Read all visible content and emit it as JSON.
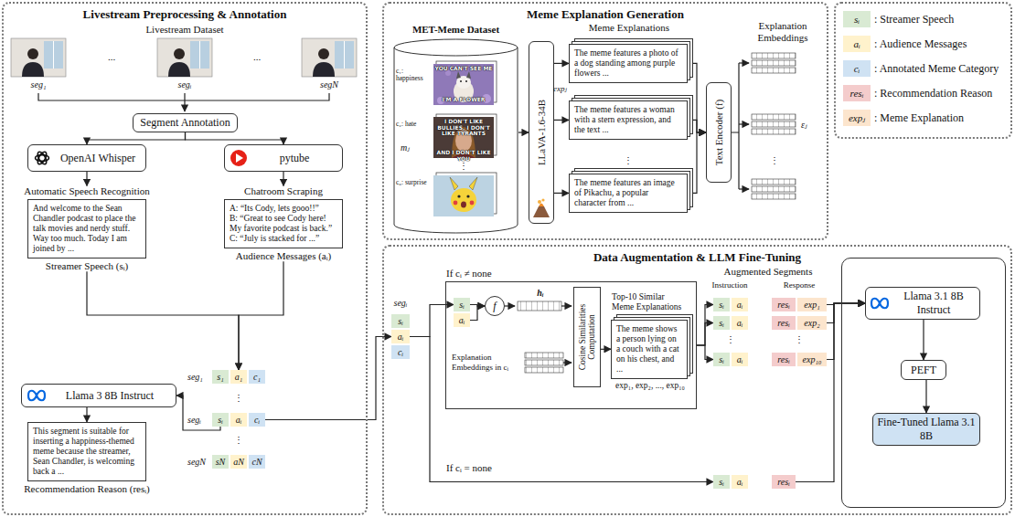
{
  "diagram": {
    "nodes": [
      {
        "text": [
          "Livestream Preprocessing & Annotation"
        ]
      },
      {
        "text": [
          "Segment Annotation"
        ],
        "in": 0
      },
      {
        "text": [
          "OpenAI Whisper"
        ],
        "in": 0
      },
      {
        "text": [
          "pytube"
        ],
        "in": 0
      },
      {
        "text": [
          "Automatic Speech Recognition",
          "And welcome to the Sean Chandler podcast to place the talk movies and nerdy stuff. Way too much. Today I am joined by ...",
          "Streamer Speech (sᵢ)"
        ],
        "in": 0
      },
      {
        "text": [
          "Chatroom Scraping",
          "A: “Its Cody, lets gooo!!”",
          "B: “Great to see Cody here! My favorite podcast is back.”",
          "C: “July is stacked for ...”",
          "Audience Messages (aᵢ)"
        ],
        "in": 0
      },
      {
        "text": [
          "Llama 3 8B Instruct"
        ],
        "in": 0
      },
      {
        "text": [
          "This segment is suitable for inserting a happiness-themed meme because the streamer, Sean Chandler, is welcoming back a ...",
          "Recommendation Reason (resᵢ)"
        ],
        "in": 0
      },
      {
        "text": [
          "s₁"
        ],
        "in": 0
      },
      {
        "text": [
          "a₁"
        ],
        "in": 0
      },
      {
        "text": [
          "c₁"
        ],
        "in": 0
      },
      {
        "text": [
          "sᵢ"
        ],
        "in": 0
      },
      {
        "text": [
          "aᵢ"
        ],
        "in": 0
      },
      {
        "text": [
          "cᵢ"
        ],
        "in": 0
      },
      {
        "text": [
          "sN"
        ],
        "in": 0
      },
      {
        "text": [
          "aN"
        ],
        "in": 0
      },
      {
        "text": [
          "cN"
        ],
        "in": 0
      },
      {
        "text": [
          "Meme Explanation Generation"
        ]
      },
      {
        "text": [
          "MET-Meme Dataset"
        ],
        "in": 17
      },
      {
        "text": [
          "LLaVA-1.6-34B"
        ],
        "in": 17
      },
      {
        "text": [
          "The meme features a photo of a dog standing among purple flowers ..."
        ],
        "in": 17
      },
      {
        "text": [
          "The meme features a woman with a stern expression, and the text ..."
        ],
        "in": 17
      },
      {
        "text": [
          "The meme features an image of Pikachu, a popular character from ..."
        ],
        "in": 17
      },
      {
        "text": [
          "Text Encoder (f)"
        ],
        "in": 17
      },
      {
        "text": [
          "Data Augmentation & LLM Fine-Tuning"
        ]
      },
      {
        "text": [
          "sᵢ"
        ],
        "in": 24
      },
      {
        "text": [
          "aᵢ"
        ],
        "in": 24
      },
      {
        "text": [
          "cᵢ"
        ],
        "in": 24
      },
      {
        "text": [
          "If cᵢ ≠ none"
        ],
        "in": 24
      },
      {
        "text": [
          "sᵢ"
        ],
        "in": 28
      },
      {
        "text": [
          "aᵢ"
        ],
        "in": 28
      },
      {
        "text": [
          "f"
        ],
        "in": 28
      },
      {
        "text": [
          "Cosine Similarities Computation"
        ],
        "in": 28
      },
      {
        "text": [
          "Top-10 Similar Meme Explanations",
          "The meme shows a person lying on a couch with a cat on his chest, and ...",
          "exp₁, exp₂, ..., exp₁₀"
        ],
        "in": 28
      },
      {
        "text": [
          "sᵢ"
        ],
        "in": 24
      },
      {
        "text": [
          "aᵢ"
        ],
        "in": 24
      },
      {
        "text": [
          "resᵢ"
        ],
        "in": 24
      },
      {
        "text": [
          "exp₁"
        ],
        "in": 24
      },
      {
        "text": [
          "sᵢ"
        ],
        "in": 24
      },
      {
        "text": [
          "aᵢ"
        ],
        "in": 24
      },
      {
        "text": [
          "resᵢ"
        ],
        "in": 24
      },
      {
        "text": [
          "exp₂"
        ],
        "in": 24
      },
      {
        "text": [
          "sᵢ"
        ],
        "in": 24
      },
      {
        "text": [
          "aᵢ"
        ],
        "in": 24
      },
      {
        "text": [
          "resᵢ"
        ],
        "in": 24
      },
      {
        "text": [
          "exp₁₀"
        ],
        "in": 24
      },
      {
        "text": [
          "sᵢ"
        ],
        "in": 24
      },
      {
        "text": [
          "aᵢ"
        ],
        "in": 24
      },
      {
        "text": [
          "resᵢ"
        ],
        "in": 24
      },
      {
        "text": [
          "Llama 3.1 8B Instruct"
        ],
        "in": 24
      },
      {
        "text": [
          "PEFT"
        ],
        "in": 24
      },
      {
        "text": [
          "Fine-Tuned Llama 3.1 8B"
        ],
        "in": 24
      }
    ],
    "edges": [
      {
        "from": 1,
        "to": 2,
        "arrow": "to"
      },
      {
        "from": 1,
        "to": 3,
        "arrow": "to"
      },
      {
        "from": 2,
        "to": 4,
        "arrow": "to"
      },
      {
        "from": 3,
        "to": 5,
        "arrow": "to"
      },
      {
        "from": 4,
        "to": 9,
        "arrow": "to"
      },
      {
        "from": 5,
        "to": 9,
        "arrow": "to"
      },
      {
        "from": 11,
        "to": 6,
        "arrow": "to"
      },
      {
        "from": 13,
        "to": 26,
        "arrow": "to"
      },
      {
        "from": 6,
        "to": 7,
        "arrow": "to"
      },
      {
        "from": 18,
        "to": 19,
        "arrow": "to"
      },
      {
        "from": 19,
        "to": 20,
        "arrow": "to"
      },
      {
        "from": 19,
        "to": 21,
        "arrow": "to"
      },
      {
        "from": 19,
        "to": 22,
        "arrow": "to"
      },
      {
        "from": 20,
        "to": 23,
        "arrow": "to"
      },
      {
        "from": 21,
        "to": 23,
        "arrow": "to"
      },
      {
        "from": 22,
        "to": 23,
        "arrow": "to"
      },
      {
        "from": 26,
        "to": 29,
        "arrow": "to"
      },
      {
        "from": 26,
        "to": 46,
        "arrow": "to"
      },
      {
        "from": 29,
        "to": 31,
        "arrow": "to"
      },
      {
        "from": 30,
        "to": 31,
        "arrow": "to"
      },
      {
        "from": 32,
        "to": 33,
        "arrow": "to"
      },
      {
        "from": 28,
        "to": 34,
        "arrow": "to"
      },
      {
        "from": 28,
        "to": 38,
        "arrow": "to"
      },
      {
        "from": 28,
        "to": 42,
        "arrow": "to"
      },
      {
        "from": 37,
        "to": 49,
        "arrow": "to"
      },
      {
        "from": 41,
        "to": 49,
        "arrow": "to"
      },
      {
        "from": 45,
        "to": 49,
        "arrow": "to"
      },
      {
        "from": 48,
        "to": 49,
        "arrow": "to"
      },
      {
        "from": 49,
        "to": 50,
        "arrow": "to"
      },
      {
        "from": 50,
        "to": 51,
        "arrow": "to"
      }
    ],
    "labels": [
      "Livestream Dataset",
      "seg₁",
      "...",
      "segᵢ",
      "...",
      "segN",
      "seg₁",
      "⋮",
      "segᵢ",
      "⋮",
      "segN",
      "c₁: happiness",
      "YOU CAN'T SEE ME",
      "I'M A FLOWER",
      "c₂: hate",
      "I DON'T LIKE BULLIES, I DON'T LIKE TYRANTS",
      "AND I DON'T LIKE YOU",
      "⋮",
      "c₆: surprise",
      "mⱼ",
      "Meme Explanations",
      "expⱼ",
      "⋮",
      "Explanation Embeddings",
      "εⱼ",
      "⋮",
      "segᵢ",
      "hᵢ",
      "Explanation Embeddings in cᵢ",
      "Augmented Segments",
      "Instruction",
      "Response",
      "⋮",
      "⋮",
      "If cᵢ = none",
      "sᵢ",
      "aᵢ",
      "cᵢ",
      "resᵢ",
      "expⱼ"
    ],
    "legend": [
      {
        "text": ": Streamer Speech",
        "color": "#d9ead3"
      },
      {
        "text": ": Audience Messages",
        "color": "#fff2cc"
      },
      {
        "text": ": Annotated Meme Category",
        "color": "#cfe2f3"
      },
      {
        "text": ": Recommendation Reason",
        "color": "#f4cccc"
      },
      {
        "text": ": Meme Explanation",
        "color": "#fce5cd"
      }
    ]
  }
}
